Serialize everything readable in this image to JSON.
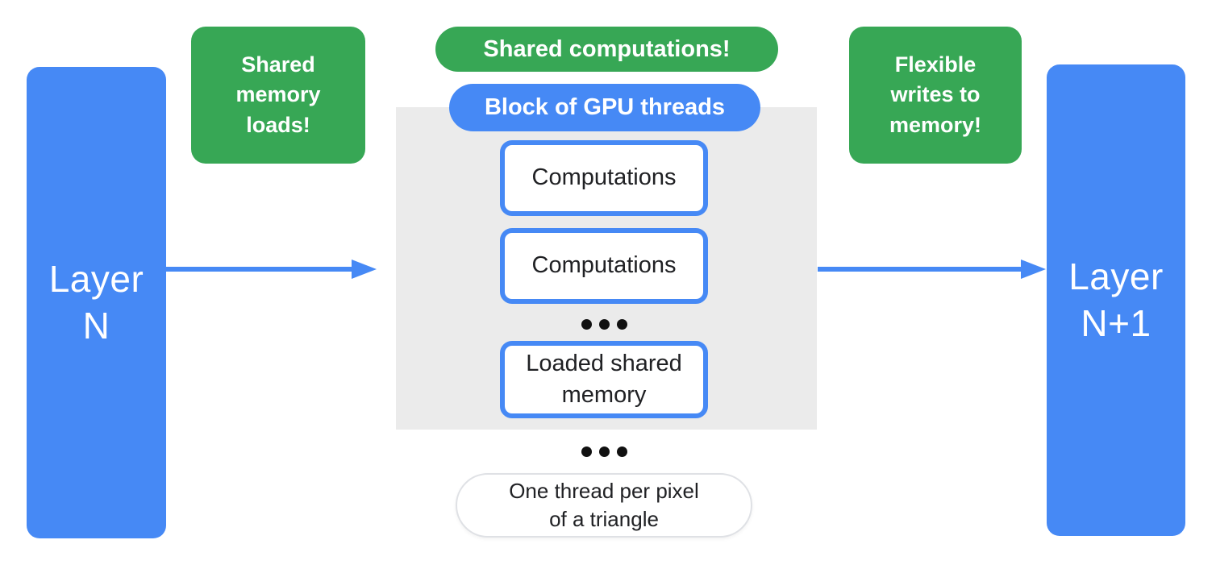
{
  "colors": {
    "blue": "#4689F5",
    "green": "#37A755",
    "gray_panel": "#EBEBEB",
    "dark_text": "#202124",
    "pill_border": "#DFE1E5",
    "dot": "#111111"
  },
  "layers": {
    "left": {
      "label": "Layer\nN"
    },
    "right": {
      "label": "Layer\nN+1"
    }
  },
  "callouts": {
    "left": "Shared\nmemory\nloads!",
    "center": "Shared computations!",
    "right": "Flexible\nwrites to\nmemory!"
  },
  "gpu_block": {
    "label": "Block of GPU threads",
    "items": [
      {
        "label": "Computations"
      },
      {
        "label": "Computations"
      },
      {
        "label": "Loaded shared\nmemory"
      }
    ]
  },
  "footnote": "One thread per pixel\nof a triangle"
}
